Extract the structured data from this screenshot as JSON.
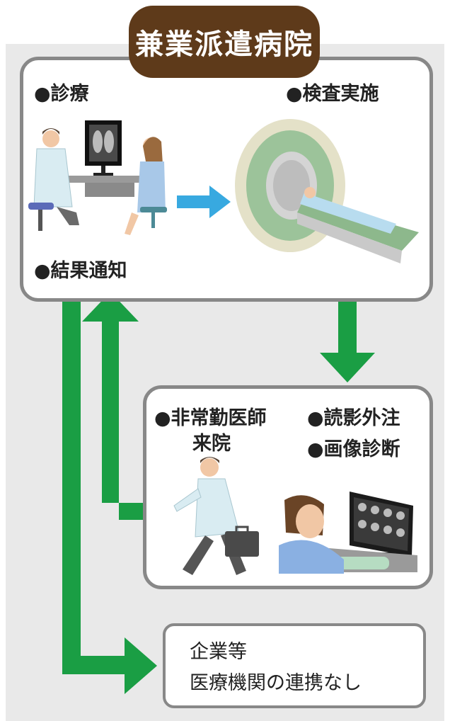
{
  "title": "兼業派遣病院",
  "hospital": {
    "consultation": "●診療",
    "examination": "●検査実施",
    "result_notice": "●結果通知"
  },
  "reading": {
    "visit_line1": "●非常勤医師",
    "visit_line2": "来院",
    "outsourcing": "●読影外注",
    "image_diagnosis": "●画像診断"
  },
  "company": {
    "line1": "企業等",
    "line2": "医療機関の連携なし"
  },
  "colors": {
    "title_bg": "#5e3a1a",
    "arrow_green": "#1a9e44",
    "arrow_blue": "#38a9e0",
    "box_border": "#888888",
    "background": "#e9e9e9"
  }
}
